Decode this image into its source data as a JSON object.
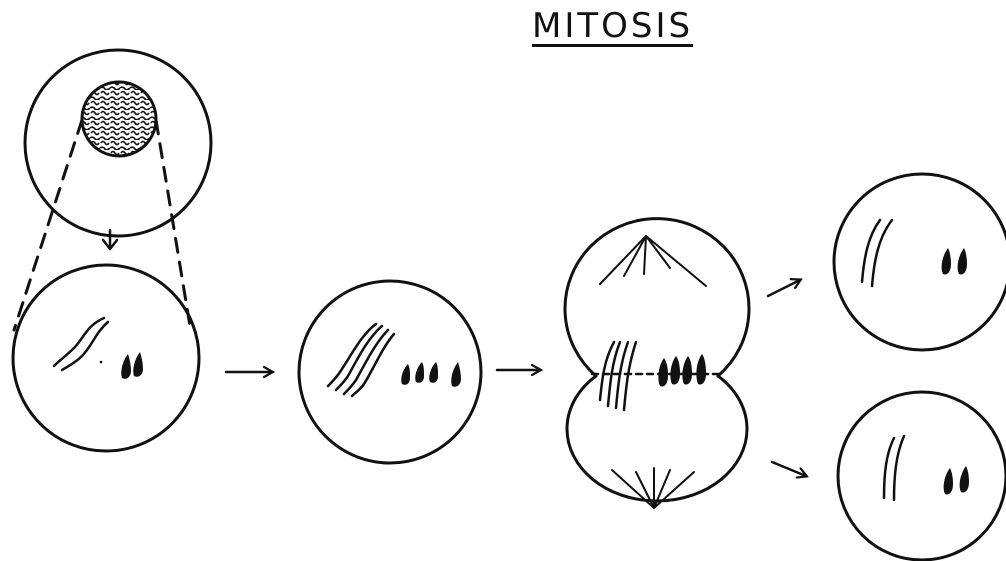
{
  "diagram": {
    "title": "MITOSIS",
    "stages": [
      {
        "name": "parent-cell-with-nucleus"
      },
      {
        "name": "enlarged-nucleus-chromosomes",
        "long_chromosomes": 2,
        "short_chromosomes": 2
      },
      {
        "name": "duplicated-chromosomes",
        "long_chromosomes": 4,
        "short_chromosomes": 4
      },
      {
        "name": "dividing-cell-metaphase",
        "long_chromosomes": 4,
        "short_chromosomes": 4
      },
      {
        "name": "daughter-cell-top",
        "long_chromosomes": 2,
        "short_chromosomes": 2
      },
      {
        "name": "daughter-cell-bottom",
        "long_chromosomes": 2,
        "short_chromosomes": 2
      }
    ]
  }
}
